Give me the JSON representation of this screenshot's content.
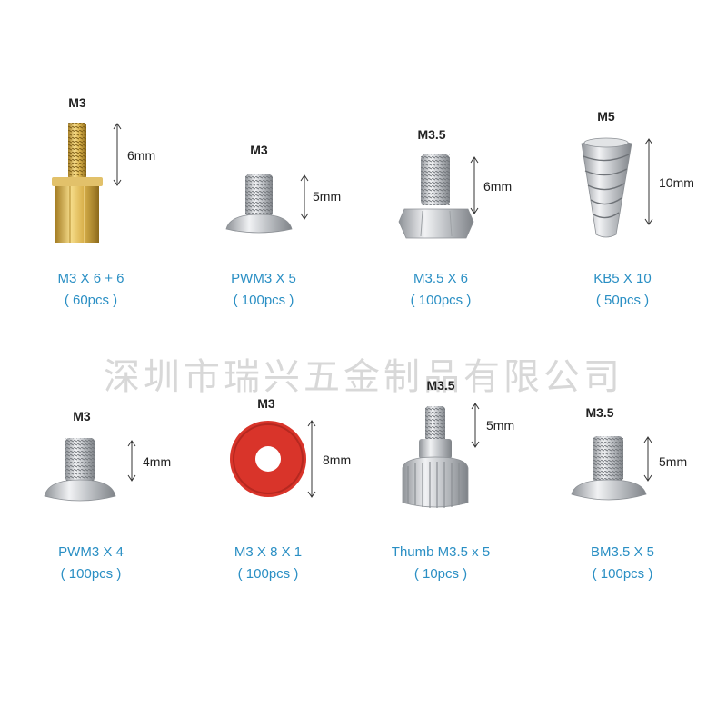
{
  "watermark": "深圳市瑞兴五金制品有限公司",
  "colors": {
    "label": "#2a8fc4",
    "brass": "#d8b04a",
    "steel": "#c9ccd0",
    "washer": "#d9342a",
    "watermark": "#d8d8d8"
  },
  "items": [
    {
      "thread": "M3",
      "dimension": "6mm",
      "name": "M3 X 6 + 6",
      "qty": "( 60pcs )",
      "icon": "brass-standoff-icon"
    },
    {
      "thread": "M3",
      "dimension": "5mm",
      "name": "PWM3 X 5",
      "qty": "( 100pcs )",
      "icon": "pan-head-screw-icon"
    },
    {
      "thread": "M3.5",
      "dimension": "6mm",
      "name": "M3.5 X 6",
      "qty": "( 100pcs )",
      "icon": "hex-flange-screw-icon"
    },
    {
      "thread": "M5",
      "dimension": "10mm",
      "name": "KB5 X 10",
      "qty": "( 50pcs )",
      "icon": "fan-screw-icon"
    },
    {
      "thread": "M3",
      "dimension": "4mm",
      "name": "PWM3 X 4",
      "qty": "( 100pcs )",
      "icon": "pan-head-screw-icon"
    },
    {
      "thread": "M3",
      "dimension": "8mm",
      "name": "M3 X 8 X 1",
      "qty": "( 100pcs )",
      "icon": "red-washer-icon"
    },
    {
      "thread": "M3.5",
      "dimension": "5mm",
      "name": "Thumb M3.5 x 5",
      "qty": "( 10pcs )",
      "icon": "thumb-screw-icon"
    },
    {
      "thread": "M3.5",
      "dimension": "5mm",
      "name": "BM3.5 X 5",
      "qty": "( 100pcs )",
      "icon": "button-head-screw-icon"
    }
  ]
}
